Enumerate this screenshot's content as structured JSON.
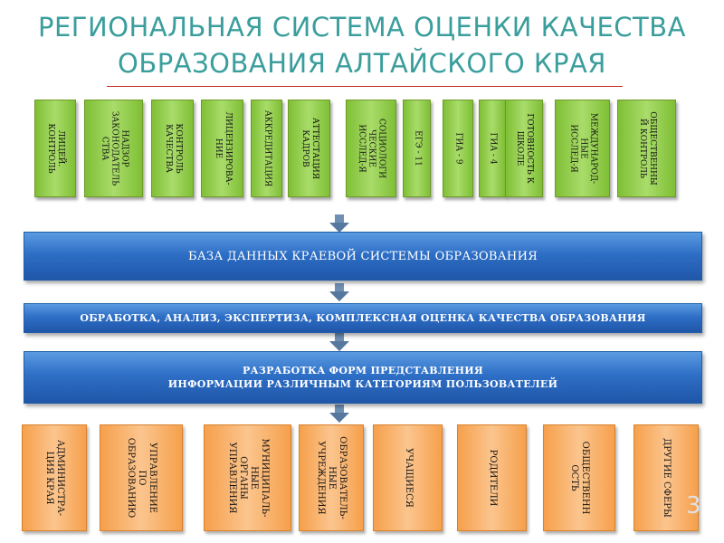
{
  "title": "РЕГИОНАЛЬНАЯ СИСТЕМА ОЦЕНКИ КАЧЕСТВА\nОБРАЗОВАНИЯ АЛТАЙСКОГО КРАЯ",
  "sources": [
    "ЛИЦЕЙ.\nКОНТРОЛЬ",
    "НАДЗОР\nЗАКОНОДАТЕЛЬ\nСТВА",
    "КОНТРОЛЬ\nКАЧЕСТВА",
    "ЛИЦЕНЗИРОВА-\nНИЕ",
    "АККРЕДИТАЦИЯ",
    "АТТЕСТАЦИЯ\nКАДРОВ",
    "СОЦИОЛОГИ\nЧЕСКИЕ\nИССЛЕД-Я",
    "ЕГЭ - 11",
    "ГИА - 9",
    "ГИА - 4",
    "ГОТОВНОСТЬ К\nШКОЛЕ",
    "МЕЖДУНАРОД-\nНЫЕ\nИССЛЕД-Я",
    "ОБЩЕСТВЕННЫ\nЙ КОНТРОЛЬ"
  ],
  "bars": {
    "database": "БАЗА ДАННЫХ КРАЕВОЙ СИСТЕМЫ ОБРАЗОВАНИЯ",
    "processing": "ОБРАБОТКА, АНАЛИЗ, ЭКСПЕРТИЗА, КОМПЛЕКСНАЯ ОЦЕНКА КАЧЕСТВА ОБРАЗОВАНИЯ",
    "forms": "РАЗРАБОТКА ФОРМ ПРЕДСТАВЛЕНИЯ\nИНФОРМАЦИИ РАЗЛИЧНЫМ КАТЕГОРИЯМ ПОЛЬЗОВАТЕЛЕЙ"
  },
  "consumers": [
    "АДМИНИСТРА-\nЦИЯ  КРАЯ",
    "УПРАВЛЕНИЕ\nПО\nОБРАЗОВАНИЮ",
    "МУНИЦИПАЛЬ-\nНЫЕ\nОРГАНЫ\nУПРАВЛЕНИЯ",
    "ОБРАЗОВАТЕЛЬ-\nНЫЕ\nУЧРЕЖДЕНИЯ",
    "УЧАЩИЕСЯ",
    "РОДИТЕЛИ",
    "ОБЩЕСТВЕНН\nОСТЬ",
    "ДРУГИЕ СФЕРЫ"
  ],
  "page_number": "3",
  "colors": {
    "title": "#3a9e9c",
    "source_box": "#8ccb45",
    "bar": "#2e6fc6",
    "consumer_box": "#f8ad62",
    "arrow": "#6e8fb3"
  }
}
